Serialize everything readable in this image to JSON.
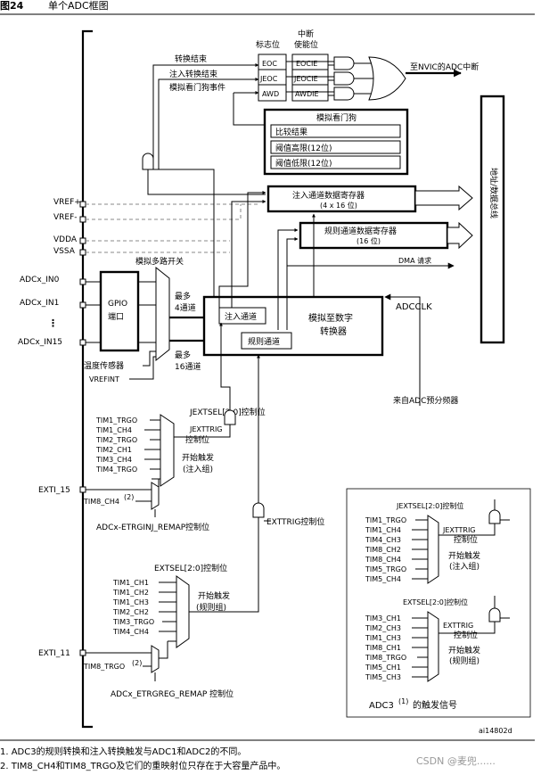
{
  "figure": {
    "number": "图24",
    "title": "单个ADC框图",
    "figure_id": "ai14802d",
    "watermark": "CSDN @麦兜......"
  },
  "flags": {
    "header_top": "中断",
    "header_flag": "标志位",
    "header_enable": "使能位",
    "eoc": "EOC",
    "jeoc": "JEOC",
    "awd": "AWD",
    "eocie": "EOCIE",
    "jeocie": "JEOCIE",
    "awdie": "AWDIE",
    "sig_eoc": "转换结束",
    "sig_jeoc": "注入转换结束",
    "sig_awd": "模拟看门狗事件",
    "nvic": "至NVIC的ADC中断"
  },
  "watchdog": {
    "title": "模拟看门狗",
    "compare": "比较结果",
    "high": "阈值高限(12位)",
    "low": "阈值低限(12位)"
  },
  "registers": {
    "injected_title": "注入通道数据寄存器",
    "injected_size": "(4 x 16 位)",
    "regular_title": "规则通道数据寄存器",
    "regular_size": "(16 位)",
    "dma": "DMA 请求",
    "bus": "地址/数据总线"
  },
  "inputs": {
    "vref_plus": "VREF+",
    "vref_minus": "VREF-",
    "vdda": "VDDA",
    "vssa": "VSSA",
    "in0": "ADCx_IN0",
    "in1": "ADCx_IN1",
    "dots": "⋮",
    "in15": "ADCx_IN15",
    "gpio": "GPIO",
    "gpio_port": "端口",
    "temp_sensor": "温度传感器",
    "vrefint": "VREFINT",
    "mux": "模拟多路开关",
    "up_to": "最多",
    "four_ch": "4通道",
    "sixteen_ch": "16通道"
  },
  "converter": {
    "injected_ch": "注入通道",
    "regular_ch": "规则通道",
    "title_line1": "模拟至数字",
    "title_line2": "转换器",
    "adcclk": "ADCCLK",
    "prescaler": "来自ADC预分频器"
  },
  "injected_trigger": {
    "jextsel": "JEXTSEL[2:0]控制位",
    "sources": [
      "TIM1_TRGO",
      "TIM1_CH4",
      "TIM2_TRGO",
      "TIM2_CH1",
      "TIM3_CH4",
      "TIM4_TRGO"
    ],
    "jexttrig_line1": "JEXTTRIG",
    "jexttrig_line2": "控制位",
    "start_line1": "开始触发",
    "start_line2": "(注入组)",
    "exti": "EXTI_15",
    "tim8": "TIM8_CH4",
    "tim8_note": "(2)",
    "remap": "ADCx-ETRGINJ_REMAP控制位"
  },
  "regular_trigger": {
    "exttrig": "EXTTRIG控制位",
    "extsel": "EXTSEL[2:0]控制位",
    "sources": [
      "TIM1_CH1",
      "TIM1_CH2",
      "TIM1_CH3",
      "TIM2_CH2",
      "TIM3_TRGO",
      "TIM4_CH4"
    ],
    "start_line1": "开始触发",
    "start_line2": "(规则组)",
    "exti": "EXTI_11",
    "tim8": "TIM8_TRGO",
    "tim8_note": "(2)",
    "remap": "ADCx_ETRGREG_REMAP 控制位"
  },
  "adc3": {
    "j_sel": "JEXTSEL[2:0]控制位",
    "j_sources": [
      "TIM1_TRGO",
      "TIM1_CH4",
      "TIM4_CH3",
      "TIM8_CH2",
      "TIM8_CH4",
      "TIM5_TRGO",
      "TIM5_CH4"
    ],
    "j_trig1": "JEXTTRIG",
    "j_trig2": "控制位",
    "j_start1": "开始触发",
    "j_start2": "(注入组)",
    "r_sel": "EXTSEL[2:0]控制位",
    "r_sources": [
      "TIM3_CH1",
      "TIM2_CH3",
      "TIM1_CH3",
      "TIM8_CH1",
      "TIM8_TRGO",
      "TIM5_CH1",
      "TIM5_CH3"
    ],
    "r_trig1": "EXTTRIG",
    "r_trig2": "控制位",
    "r_start1": "开始触发",
    "r_start2": "(规则组)",
    "caption": "ADC3",
    "caption_note": "(1)",
    "caption_rest": "的触发信号"
  },
  "notes": [
    "1.  ADC3的规则转换和注入转换触发与ADC1和ADC2的不同。",
    "2.  TIM8_CH4和TIM8_TRGO及它们的重映射位只存在于大容量产品中。"
  ]
}
